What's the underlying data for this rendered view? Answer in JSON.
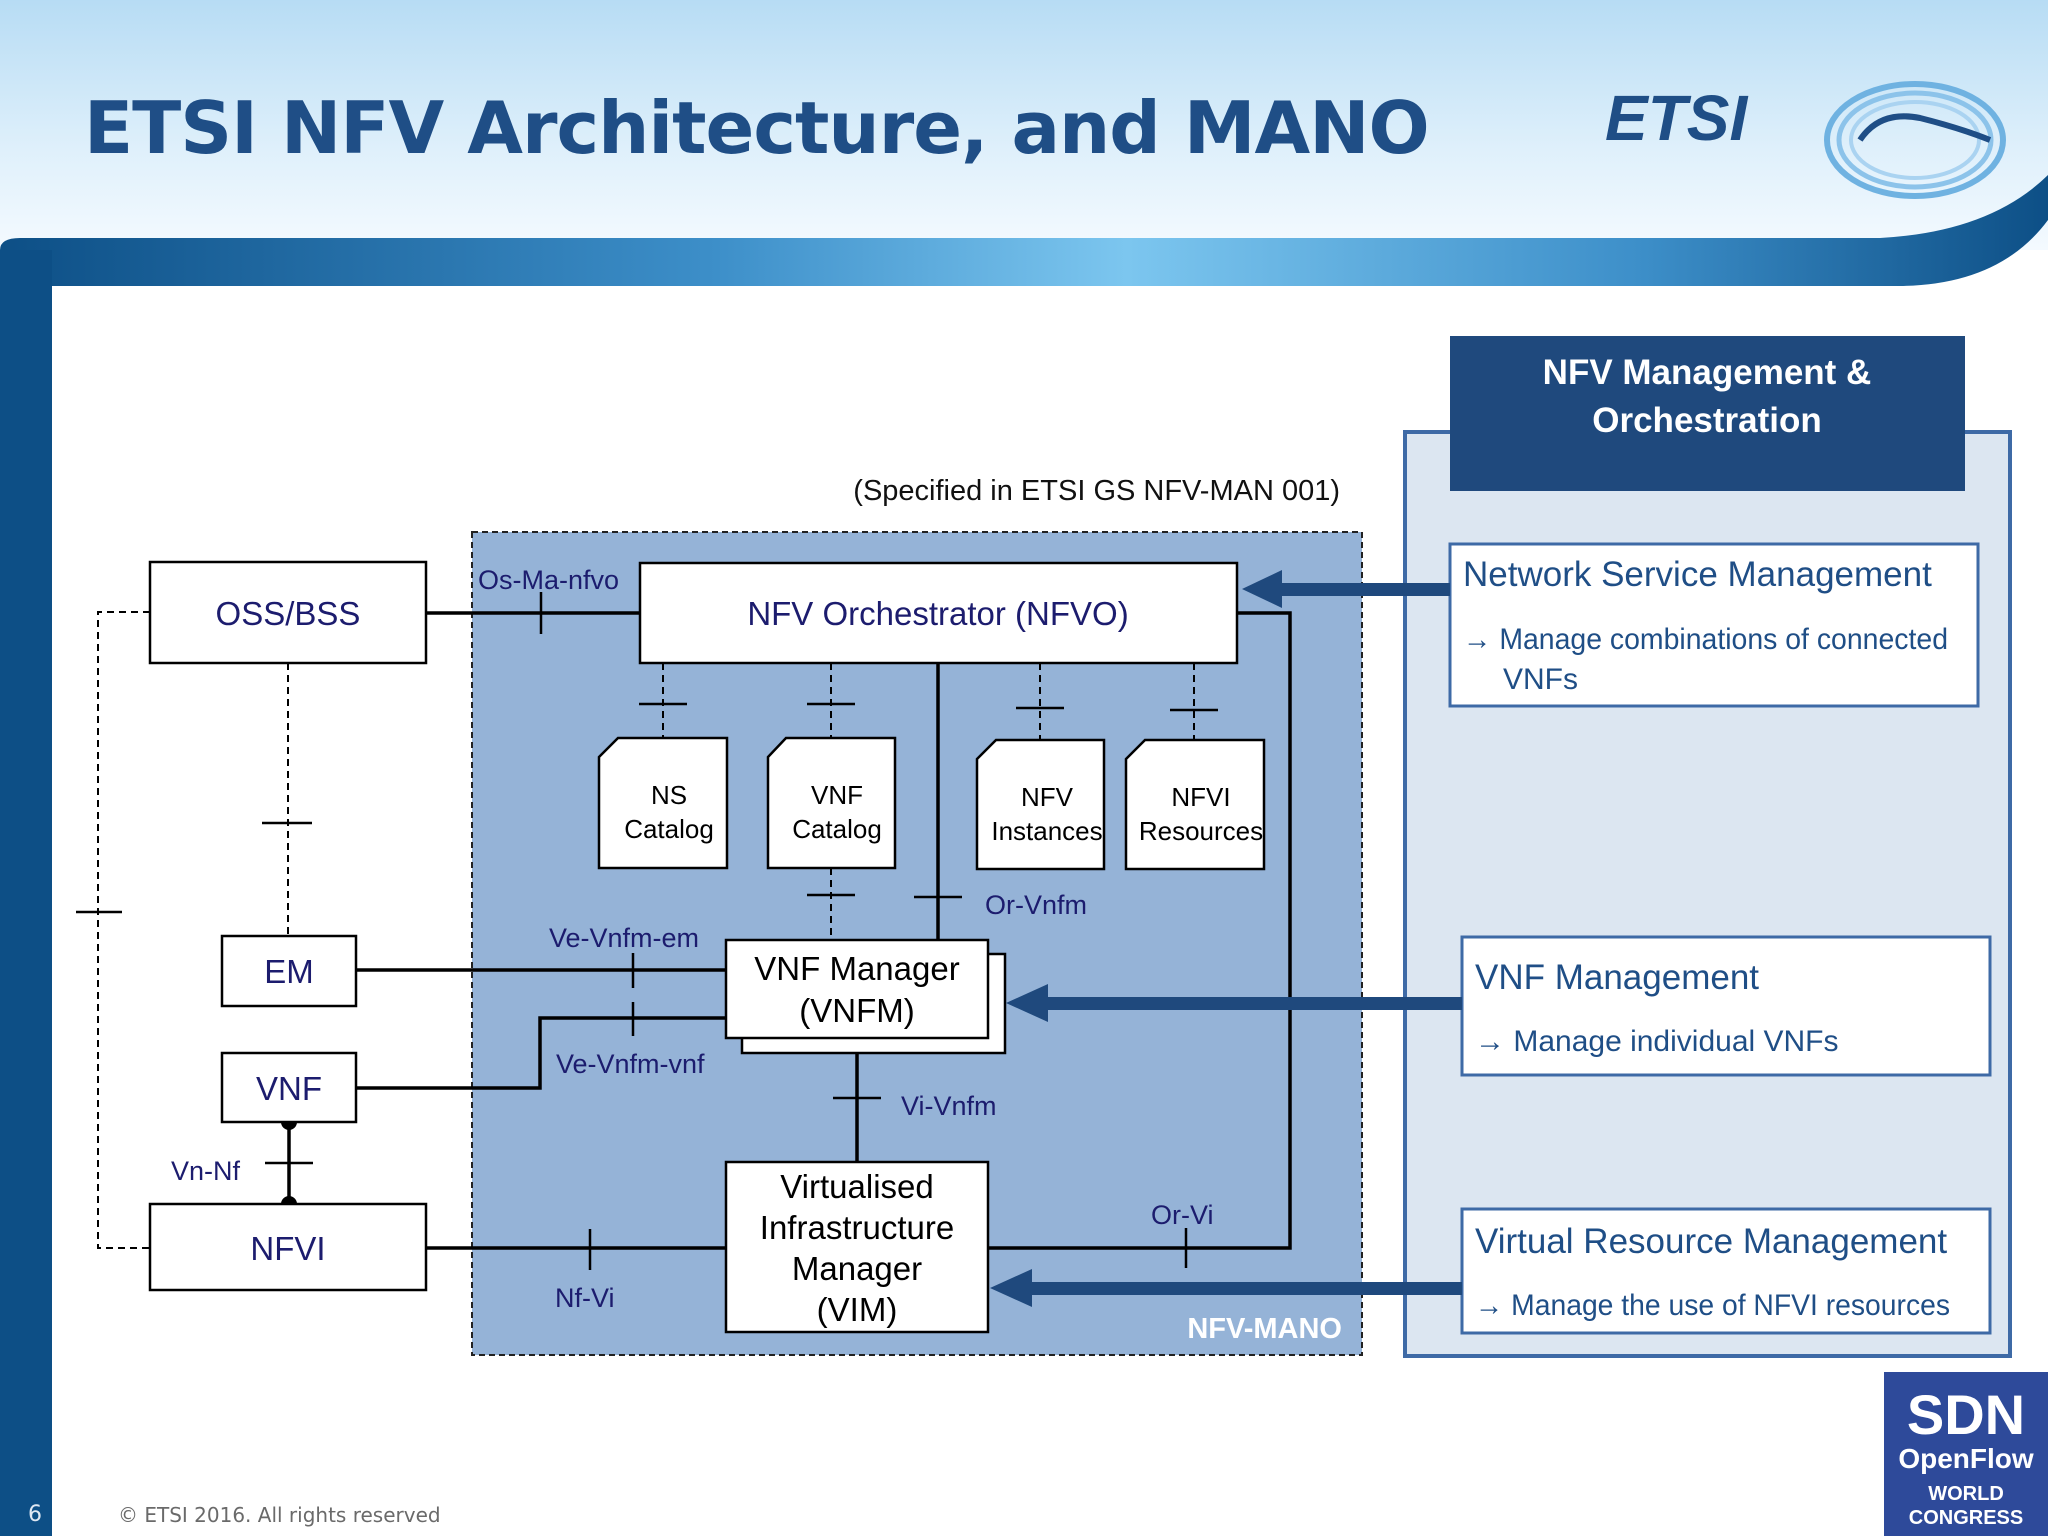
{
  "slide": {
    "title": "ETSI NFV Architecture, and MANO",
    "page_number": "6",
    "copyright": "© ETSI 2016. All rights reserved",
    "logo_text": "ETSI",
    "badge": {
      "line1": "SDN",
      "line2": "OpenFlow",
      "line3": "WORLD",
      "line4": "CONGRESS"
    }
  },
  "diagram": {
    "spec_note": "(Specified in ETSI GS NFV-MAN 001)",
    "mano_label": "NFV-MANO",
    "oss_bss": "OSS/BSS",
    "em": "EM",
    "vnf": "VNF",
    "nfvi": "NFVI",
    "nfvo": "NFV Orchestrator (NFVO)",
    "vnfm": {
      "line1": "VNF Manager",
      "line2": "(VNFM)"
    },
    "vim": {
      "line1": "Virtualised",
      "line2": "Infrastructure",
      "line3": "Manager",
      "line4": "(VIM)"
    },
    "repos": {
      "ns": {
        "line1": "NS",
        "line2": "Catalog"
      },
      "vnf": {
        "line1": "VNF",
        "line2": "Catalog"
      },
      "instances": {
        "line1": "NFV",
        "line2": "Instances"
      },
      "resources": {
        "line1": "NFVI",
        "line2": "Resources"
      }
    },
    "refpoints": {
      "os_ma_nfvo": "Os-Ma-nfvo",
      "or_vnfm": "Or-Vnfm",
      "ve_vnfm_em": "Ve-Vnfm-em",
      "ve_vnfm_vnf": "Ve-Vnfm-vnf",
      "vi_vnfm": "Vi-Vnfm",
      "vn_nf": "Vn-Nf",
      "nf_vi": "Nf-Vi",
      "or_vi": "Or-Vi"
    }
  },
  "side_panel": {
    "header": {
      "line1": "NFV Management &",
      "line2": "Orchestration"
    },
    "items": [
      {
        "title": "Network Service Management",
        "desc_line1": "→ Manage combinations of connected",
        "desc_line2": "VNFs"
      },
      {
        "title": "VNF Management",
        "desc_line1": "→ Manage individual VNFs"
      },
      {
        "title": "Virtual Resource Management",
        "desc_line1": "→ Manage the use of NFVI resources"
      }
    ]
  },
  "colors": {
    "title": "#1f4e86",
    "mano_fill": "#95b3d7",
    "panel_fill": "#dce6f1",
    "panel_header": "#1f497d",
    "ref_text": "#1c1c6e",
    "arrow": "#1f497d"
  }
}
